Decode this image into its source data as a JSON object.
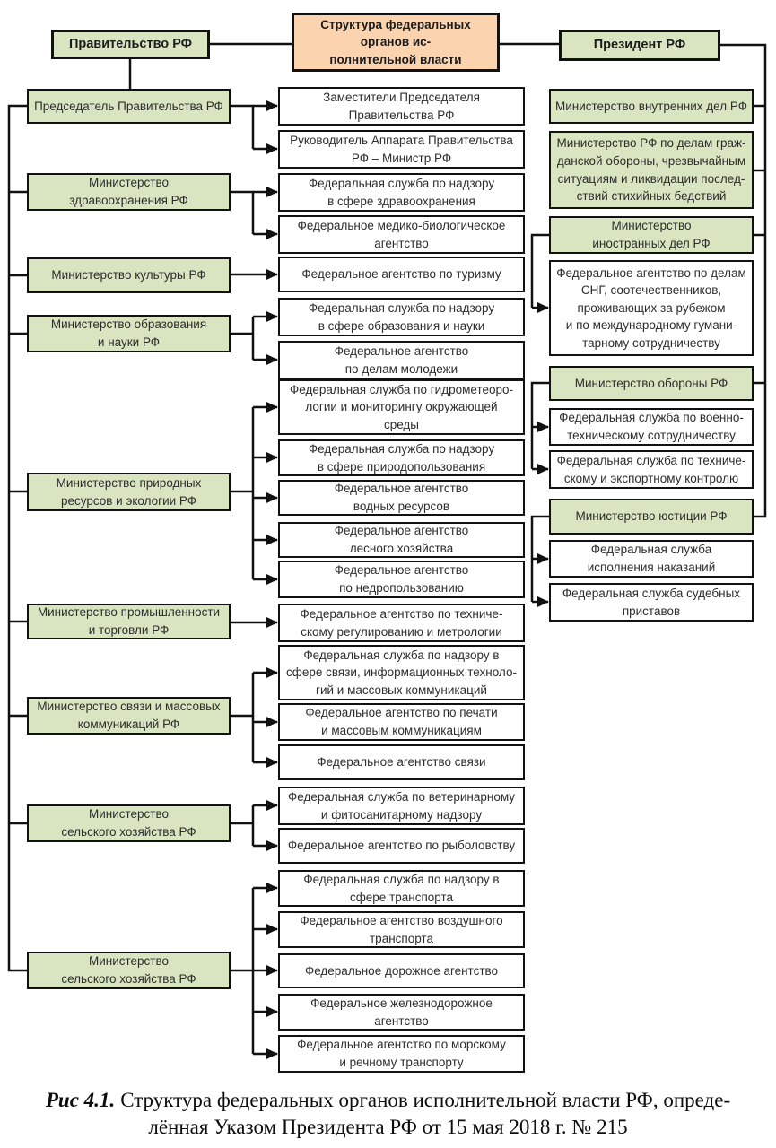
{
  "diagram": {
    "colors": {
      "ministry_green": "#d9e5c1",
      "title_orange": "#fbd3ae",
      "box_white": "#ffffff",
      "line_black": "#111111"
    },
    "nodes": {
      "gov": {
        "label": "Правительство РФ"
      },
      "title": {
        "label": "Структура федеральных органов ис-\nполнительной власти"
      },
      "pres": {
        "label": "Президент РФ"
      },
      "predsedatel": {
        "label": "Председатель Правительства РФ"
      },
      "zam": {
        "label": "Заместители Председателя\nПравительства РФ"
      },
      "rukap": {
        "label": "Руководитель Аппарата Правительства\nРФ – Министр РФ"
      },
      "minzdrav": {
        "label": "Министерство\nздравоохранения РФ"
      },
      "fs_zdrav": {
        "label": "Федеральная служба по надзору\nв сфере здравоохранения"
      },
      "fmba": {
        "label": "Федеральное медико-биологическое\nагентство"
      },
      "minkult": {
        "label": "Министерство культуры РФ"
      },
      "turizm": {
        "label": "Федеральное агентство по туризму"
      },
      "minobr": {
        "label": "Министерство образования\nи науки РФ"
      },
      "fs_obr": {
        "label": "Федеральная служба по надзору\nв сфере образования и науки"
      },
      "molodezh": {
        "label": "Федеральное агентство\nпо делам молодежи"
      },
      "minprirod": {
        "label": "Министерство природных\nресурсов и экологии РФ"
      },
      "gidromet": {
        "label": "Федеральная служба по гидрометеоро-\nлогии и мониторингу окружающей\nсреды"
      },
      "prirodnadzor": {
        "label": "Федеральная служба по надзору\nв сфере природопользования"
      },
      "vod": {
        "label": "Федеральное агентство\nводных ресурсов"
      },
      "les": {
        "label": "Федеральное агентство\nлесного хозяйства"
      },
      "nedra": {
        "label": "Федеральное агентство\nпо недропользованию"
      },
      "minprom": {
        "label": "Министерство промышленности\nи торговли РФ"
      },
      "tehreg": {
        "label": "Федеральное агентство по техниче-\nскому регулированию и метрологии"
      },
      "minsvyaz": {
        "label": "Министерство связи и массовых\nкоммуникаций РФ"
      },
      "svyaznadzor": {
        "label": "Федеральная служба по надзору в\nсфере связи, информационных техноло-\nгий и массовых коммуникаций"
      },
      "pechat": {
        "label": "Федеральное агентство по печати\nи массовым коммуникациям"
      },
      "svyaz_ag": {
        "label": "Федеральное агентство связи"
      },
      "minselhoz1": {
        "label": "Министерство\nсельского хозяйства РФ"
      },
      "vet": {
        "label": "Федеральная служба по ветеринарному\nи фитосанитарному надзору"
      },
      "rybolov": {
        "label": "Федеральное агентство по рыболовству"
      },
      "minselhoz2": {
        "label": "Министерство\nсельского хозяйства РФ"
      },
      "transnadzor": {
        "label": "Федеральная служба по надзору в\nсфере транспорта"
      },
      "vozdush": {
        "label": "Федеральное агентство воздушного\nтранспорта"
      },
      "dorozh": {
        "label": "Федеральное дорожное агентство"
      },
      "zheldor": {
        "label": "Федеральное железнодорожное\nагентство"
      },
      "morrech": {
        "label": "Федеральное агентство по морскому\nи речному транспорту"
      },
      "mvd": {
        "label": "Министерство внутренних дел РФ"
      },
      "mchs": {
        "label": "Министерство РФ по делам граж-\nданской обороны, чрезвычайным\nситуациям и ликвидации послед-\nствий стихийных бедствий"
      },
      "mid": {
        "label": "Министерство\nиностранных дел РФ"
      },
      "sng": {
        "label": "Федеральное агентство по делам\nСНГ, соотечественников,\nпроживающих за рубежом\nи по международному гумани-\nтарному сотрудничеству"
      },
      "oborona": {
        "label": "Министерство обороны РФ"
      },
      "vts": {
        "label": "Федеральная служба по военно-\nтехническому сотрудничеству"
      },
      "fstek": {
        "label": "Федеральная служба по техниче-\nскому и экспортному контролю"
      },
      "just": {
        "label": "Министерство юстиции РФ"
      },
      "fsin": {
        "label": "Федеральная служба\nисполнения наказаний"
      },
      "fssp": {
        "label": "Федеральная служба судебных\nприставов"
      }
    },
    "hierarchy": {
      "gov": [
        "predsedatel"
      ],
      "predsedatel": [
        "zam",
        "rukap",
        "minzdrav",
        "minkult",
        "minobr",
        "minprirod",
        "minprom",
        "minsvyaz",
        "minselhoz1",
        "minselhoz2"
      ],
      "pres": [
        "mvd",
        "mchs",
        "mid",
        "oborona",
        "just"
      ],
      "minzdrav": [
        "fs_zdrav",
        "fmba"
      ],
      "minkult": [
        "turizm"
      ],
      "minobr": [
        "fs_obr",
        "molodezh"
      ],
      "minprirod": [
        "gidromet",
        "prirodnadzor",
        "vod",
        "les",
        "nedra"
      ],
      "minprom": [
        "tehreg"
      ],
      "minsvyaz": [
        "svyaznadzor",
        "pechat",
        "svyaz_ag"
      ],
      "minselhoz1": [
        "vet",
        "rybolov"
      ],
      "minselhoz2": [
        "transnadzor",
        "vozdush",
        "dorozh",
        "zheldor",
        "morrech"
      ],
      "mid": [
        "sng"
      ],
      "oborona": [
        "vts",
        "fstek"
      ],
      "just": [
        "fsin",
        "fssp"
      ]
    }
  },
  "caption": {
    "figure": "Рис 4.1.",
    "line1": "Структура федеральных органов исполнительной власти РФ, опреде-",
    "line2": "лённая Указом Президента РФ от 15 мая 2018 г. № 215"
  }
}
